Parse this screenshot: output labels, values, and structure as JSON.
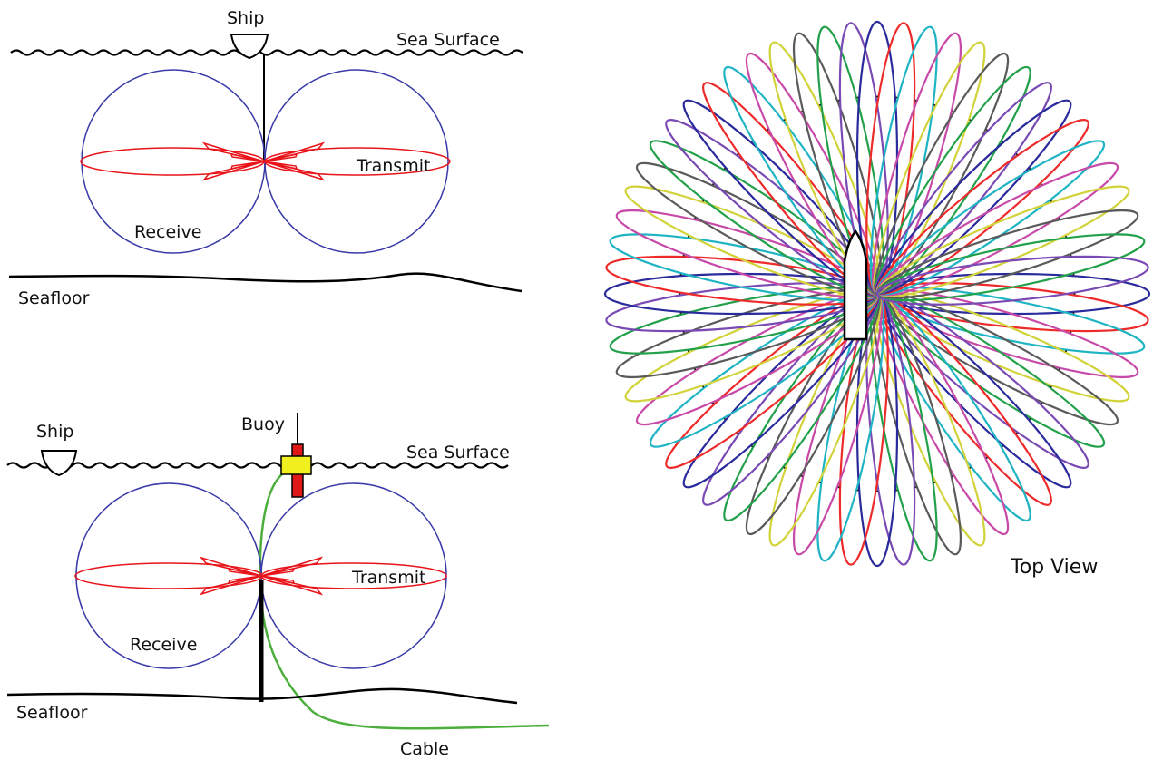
{
  "top_panel": {
    "ship_label": "Ship",
    "surface_label": "Sea Surface",
    "transmit_label": "Transmit",
    "receive_label": "Receive",
    "seafloor_label": "Seafloor"
  },
  "bottom_panel": {
    "ship_label": "Ship",
    "buoy_label": "Buoy",
    "surface_label": "Sea Surface",
    "transmit_label": "Transmit",
    "receive_label": "Receive",
    "seafloor_label": "Seafloor",
    "cable_label": "Cable"
  },
  "top_view": {
    "label": "Top View",
    "lobe_count": 64,
    "lobe_colors": [
      "#2a2a9c",
      "#ee2a2a",
      "#1fb4c4",
      "#c84aa8",
      "#d2d23a",
      "#5a5a5a",
      "#22a04a",
      "#7a4ab4"
    ]
  },
  "colors": {
    "receive_pattern": "#3a3aa8",
    "transmit_pattern": "#e8141a",
    "cable": "#4caf3c",
    "buoy_float": "#f2ef1e",
    "buoy_mast": "#e01818"
  }
}
